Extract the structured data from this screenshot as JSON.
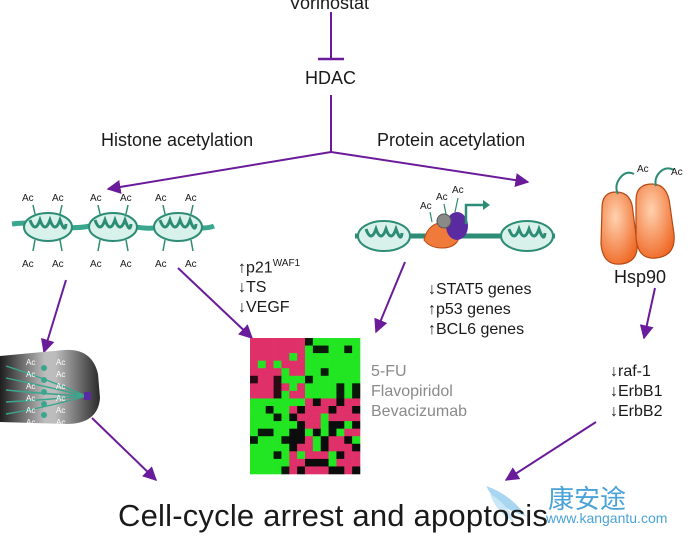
{
  "drug": "Vorinostat",
  "target": "HDAC",
  "branches": {
    "histone": "Histone acetylation",
    "protein": "Protein acetylation"
  },
  "acetyl_mark": "Ac",
  "chaperone": "Hsp90",
  "histone_genes": [
    {
      "dir": "↑",
      "name": "p21",
      "sup": "WAF1"
    },
    {
      "dir": "↓",
      "name": "TS",
      "sup": ""
    },
    {
      "dir": "↓",
      "name": "VEGF",
      "sup": ""
    }
  ],
  "protein_genes": [
    {
      "dir": "↓",
      "name": "STAT5 genes"
    },
    {
      "dir": "↑",
      "name": "p53 genes"
    },
    {
      "dir": "↑",
      "name": "BCL6 genes"
    }
  ],
  "hsp90_clients": [
    {
      "dir": "↓",
      "name": "raf-1"
    },
    {
      "dir": "↓",
      "name": "ErbB1"
    },
    {
      "dir": "↓",
      "name": "ErbB2"
    }
  ],
  "combination_drugs": [
    "5-FU",
    "Flavopiridol",
    "Bevacizumab"
  ],
  "outcome": "Cell-cycle arrest and apoptosis",
  "watermark": {
    "cn": "康安途",
    "url": "www.kangantu.com"
  },
  "colors": {
    "arrow": "#6a1b9a",
    "nucleosome": "#3aa68e",
    "nucleosome_light": "#d8f1ea",
    "protein": "#f07a3a",
    "purple_protein": "#5a2aa0",
    "heat_green": "#22e622",
    "heat_red": "#e0306a"
  }
}
